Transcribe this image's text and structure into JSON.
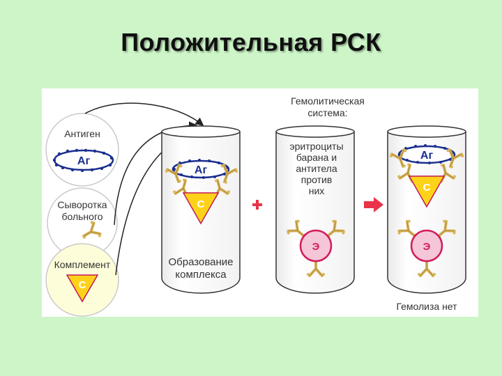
{
  "title": "Положительная РСК",
  "colors": {
    "background": "#cdf5c8",
    "antigen_fill": "#ffffff",
    "antigen_stroke": "#1a2f8f",
    "antigen_dots": "#1a2f8f",
    "complement_fill": "#ffd21a",
    "complement_stroke": "#c0185a",
    "antibody": "#d9b55c",
    "erythrocyte_fill": "#f4c6d8",
    "erythrocyte_stroke": "#d21c5c",
    "plus": "#e8334a",
    "arrow": "#e8334a"
  },
  "circles": {
    "antigen": {
      "label": "Антиген",
      "token": "Аг"
    },
    "serum": {
      "label_line1": "Сыворотка",
      "label_line2": "больного"
    },
    "complement": {
      "label": "Комплемент",
      "token": "С"
    }
  },
  "tubes": {
    "complex": {
      "antigen_token": "Аг",
      "complement_token": "С",
      "caption_line1": "Образование",
      "caption_line2": "комплекса"
    },
    "hemolytic": {
      "header_line1": "Гемолитическая",
      "header_line2": "система:",
      "text_lines": [
        "эритроциты",
        "барана и",
        "антитела",
        "против",
        "них"
      ],
      "erythrocyte_token": "Э"
    },
    "result": {
      "antigen_token": "Аг",
      "complement_token": "С",
      "erythrocyte_token": "Э",
      "caption": "Гемолиза нет"
    }
  },
  "operators": {
    "plus": "+"
  }
}
